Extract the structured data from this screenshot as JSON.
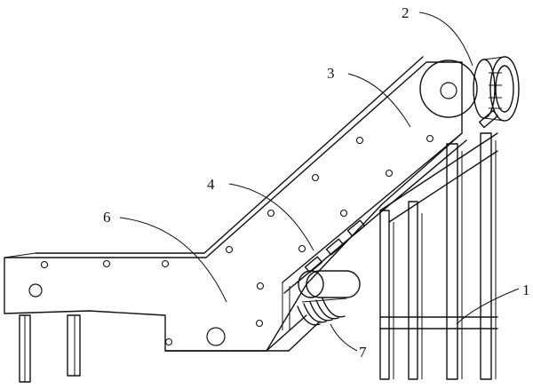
{
  "callouts": [
    {
      "label": "1"
    },
    {
      "label": "2"
    },
    {
      "label": "3"
    },
    {
      "label": "4"
    },
    {
      "label": "6"
    },
    {
      "label": "7"
    }
  ]
}
